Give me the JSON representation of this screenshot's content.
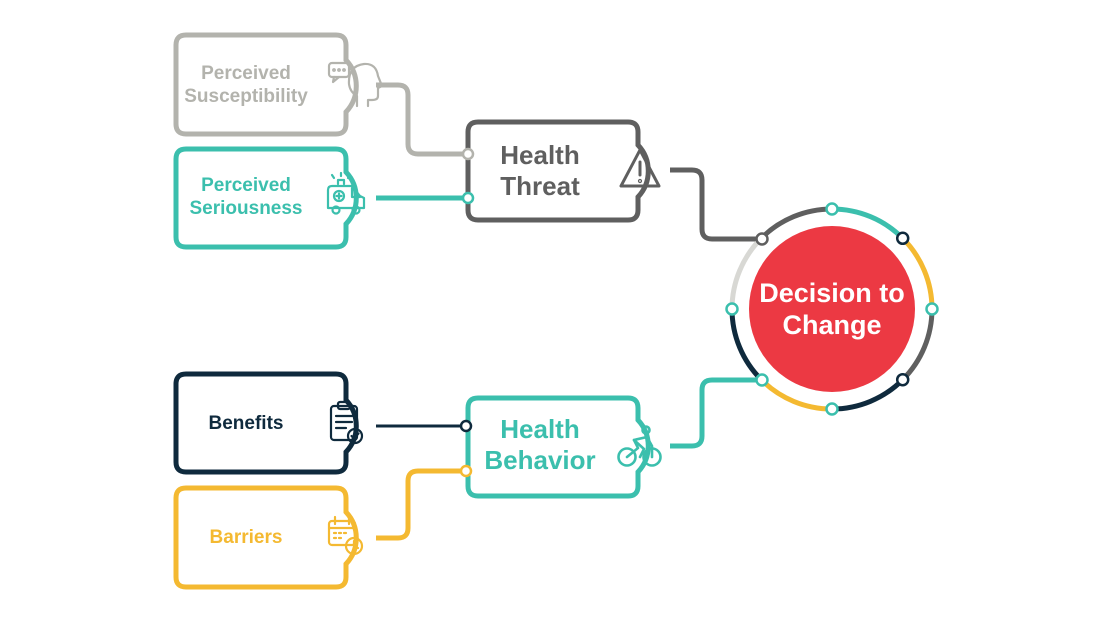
{
  "colors": {
    "grey": "#b3b3ad",
    "teal": "#3bbfad",
    "dark_grey": "#5f5f5f",
    "navy": "#0f2a3d",
    "gold": "#f4b931",
    "red": "#ec3943",
    "ring_light": "#d8d8d4"
  },
  "factors": {
    "susceptibility": {
      "label": "Perceived Susceptibility",
      "icon": "head-speech-bubble-icon"
    },
    "seriousness": {
      "label": "Perceived Seriousness",
      "icon": "ambulance-icon"
    },
    "benefits": {
      "label": "Benefits",
      "icon": "clipboard-check-icon"
    },
    "barriers": {
      "label": "Barriers",
      "icon": "calendar-clock-icon"
    }
  },
  "hubs": {
    "threat": {
      "label": "Health Threat",
      "icon": "warning-triangle-icon"
    },
    "behavior": {
      "label": "Health Behavior",
      "icon": "cyclist-icon"
    }
  },
  "center": {
    "label": "Decision to Change"
  }
}
